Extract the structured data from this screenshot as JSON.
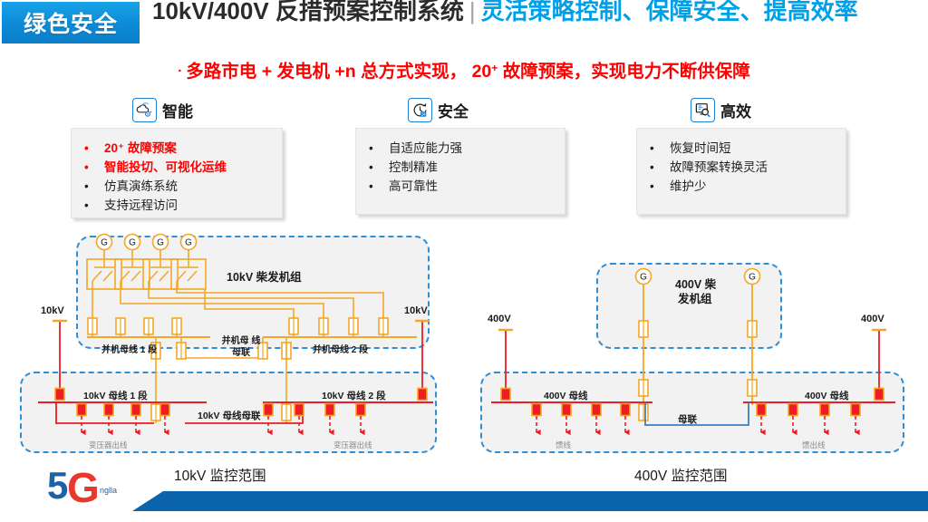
{
  "header": {
    "badge": "绿色安全",
    "title_main": "10kV/400V 反措预案控制系统",
    "title_sep": "|",
    "title_sub": "灵活策略控制、保障安全、提高效率",
    "lead_bullet": "·",
    "lead_a": "多路市电 + 发电机 +n 总方式实现， ",
    "lead_num": "20",
    "lead_sup": "+",
    "lead_b": " 故障预案，实现电力不断供保障",
    "accent_blue": "#00a0e9",
    "accent_red": "#ff0000",
    "badge_blue": "#0d8ad6"
  },
  "features": [
    {
      "icon": "cloud-smart-icon",
      "title": "智能",
      "bullets": [
        {
          "text": "20⁺ 故障预案",
          "highlight": true
        },
        {
          "text": "智能投切、可视化运维",
          "highlight": true
        },
        {
          "text": "仿真演练系统",
          "highlight": false
        },
        {
          "text": "支持远程访问",
          "highlight": false
        }
      ]
    },
    {
      "icon": "clock-24h-icon",
      "title": "安全",
      "bullets": [
        {
          "text": "自适应能力强",
          "highlight": false
        },
        {
          "text": "控制精准",
          "highlight": false
        },
        {
          "text": "高可靠性",
          "highlight": false
        }
      ]
    },
    {
      "icon": "monitor-search-icon",
      "title": "高效",
      "bullets": [
        {
          "text": "恢复时间短",
          "highlight": false
        },
        {
          "text": "故障预案转换灵活",
          "highlight": false
        },
        {
          "text": "维护少",
          "highlight": false
        }
      ]
    }
  ],
  "diagram": {
    "left": {
      "gen_group_title": "10kV 柴发机组",
      "gen_marks": [
        "G",
        "G",
        "G",
        "G"
      ],
      "incoming_left": "10kV",
      "incoming_right": "10kV",
      "gen_bus_1": "并机母线 1 段",
      "gen_bus_tie": "并机母 线母联",
      "gen_bus_2": "并机母线 2 段",
      "main_bus_1": "10kV 母线 1 段",
      "main_bus_2": "10kV 母线 2 段",
      "main_tie": "10kV 母线母联",
      "feeder_label_1": "变压器出线",
      "feeder_label_2": "变压器出线",
      "scope": "10kV 监控范围"
    },
    "right": {
      "gen_group_title_l1": "400V 柴",
      "gen_group_title_l2": "发机组",
      "gen_marks": [
        "G",
        "G"
      ],
      "incoming_left": "400V",
      "incoming_right": "400V",
      "main_bus_1": "400V 母线",
      "main_bus_2": "400V 母线",
      "main_tie": "母联",
      "feeder_label_1": "馈线",
      "feeder_label_2": "馈出线",
      "scope": "400V 监控范围"
    },
    "colors": {
      "dash_box": "#2f8fd4",
      "orange": "#f5a623",
      "red": "#ee1c25",
      "tie_blue": "#3b7fc4",
      "box_fill": "#f2f2f2"
    }
  },
  "footer": {
    "logo": "5G",
    "logo_sub": "nglla",
    "bar_color": "#0b63ab"
  }
}
